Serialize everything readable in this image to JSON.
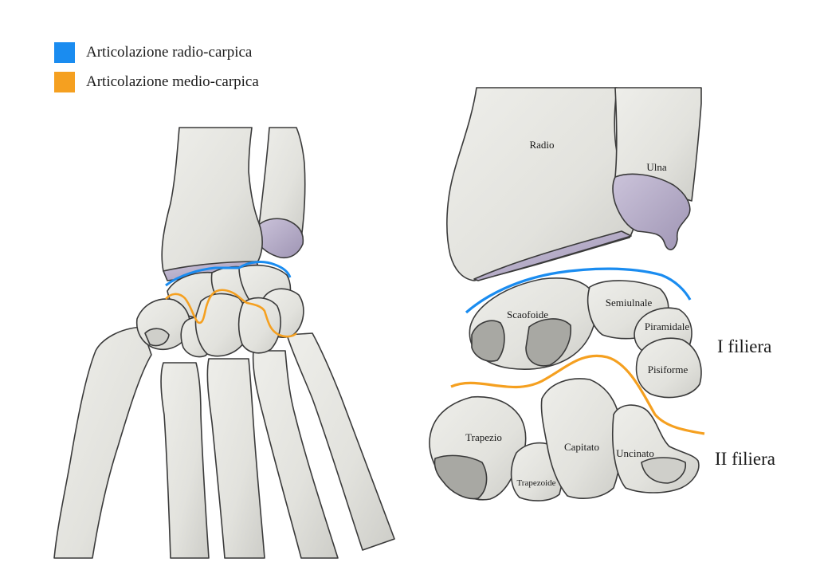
{
  "legend": [
    {
      "label": "Articolazione radio-carpica",
      "color": "#1a8cf0"
    },
    {
      "label": "Articolazione medio-carpica",
      "color": "#f5a020"
    }
  ],
  "colors": {
    "bone_fill": "#e6e6e1",
    "bone_shade": "#cfcfca",
    "bone_outline": "#3a3a3a",
    "cartilage": "#b8afc9",
    "radiocarpal": "#1a8cf0",
    "midcarpal": "#f5a020"
  },
  "labels": {
    "radio": "Radio",
    "ulna": "Ulna",
    "scafoide": "Scaofoide",
    "semiulnale": "Semiulnale",
    "piramidale": "Piramidale",
    "pisiforme": "Pisiforme",
    "trapezio": "Trapezio",
    "trapezoide": "Trapezoide",
    "capitato": "Capitato",
    "uncinato": "Uncinato"
  },
  "rows": {
    "first": "I filiera",
    "second": "II filiera"
  }
}
